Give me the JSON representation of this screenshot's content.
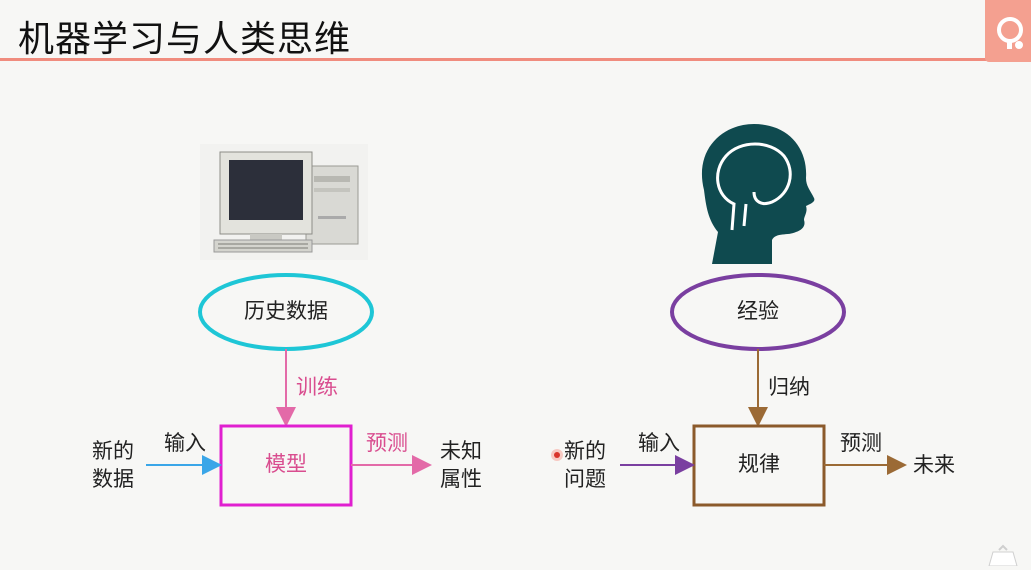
{
  "slide": {
    "title": "机器学习与人类思维"
  },
  "machine": {
    "source": "历史数据",
    "train_label": "训练",
    "input_label": "输入",
    "input_text_line1": "新的",
    "input_text_line2": "数据",
    "model": "模型",
    "predict_label": "预测",
    "output_line1": "未知",
    "output_line2": "属性"
  },
  "human": {
    "source": "经验",
    "induct_label": "归纳",
    "input_label": "输入",
    "input_text_line1": "新的",
    "input_text_line2": "问题",
    "model": "规律",
    "predict_label": "预测",
    "output": "未来"
  },
  "colors": {
    "accent_rule": "#f08c7e",
    "machine_ellipse": "#1ec6d6",
    "machine_box": "#e020d0",
    "machine_arrow_train": "#e36aa8",
    "machine_arrow_input": "#3aa6e8",
    "human_ellipse": "#7a3fa0",
    "human_box": "#8b5a2b",
    "human_arrow_input": "#7a3fa0",
    "human_arrow": "#9b6a35",
    "head": "#0f4a4f"
  },
  "icons": {
    "computer": "desktop-computer-icon",
    "head": "human-head-brain-icon"
  }
}
